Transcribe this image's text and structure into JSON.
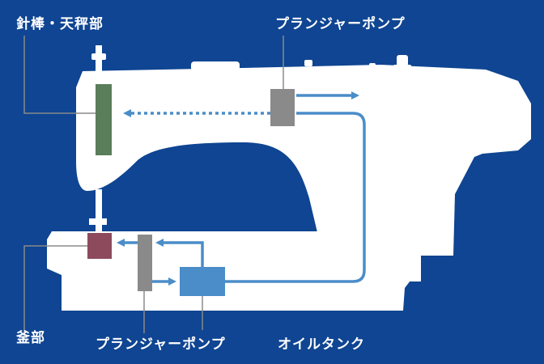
{
  "labels": {
    "needle_bar_takeup": "針棒・天秤部",
    "plunger_pump_top": "プランジャーポンプ",
    "hook": "釜部",
    "plunger_pump_bottom": "プランジャーポンプ",
    "oil_tank": "オイルタンク"
  },
  "colors": {
    "background": "#0f4592",
    "machine_body": "#ffffff",
    "needle_bar_part": "#5a7d5a",
    "hook_part": "#8d4a5d",
    "pump": "#8a8a8a",
    "oil_tank": "#4a8dc8",
    "oil_flow": "#4a8dc8",
    "leader_line": "#8a8a8a"
  }
}
